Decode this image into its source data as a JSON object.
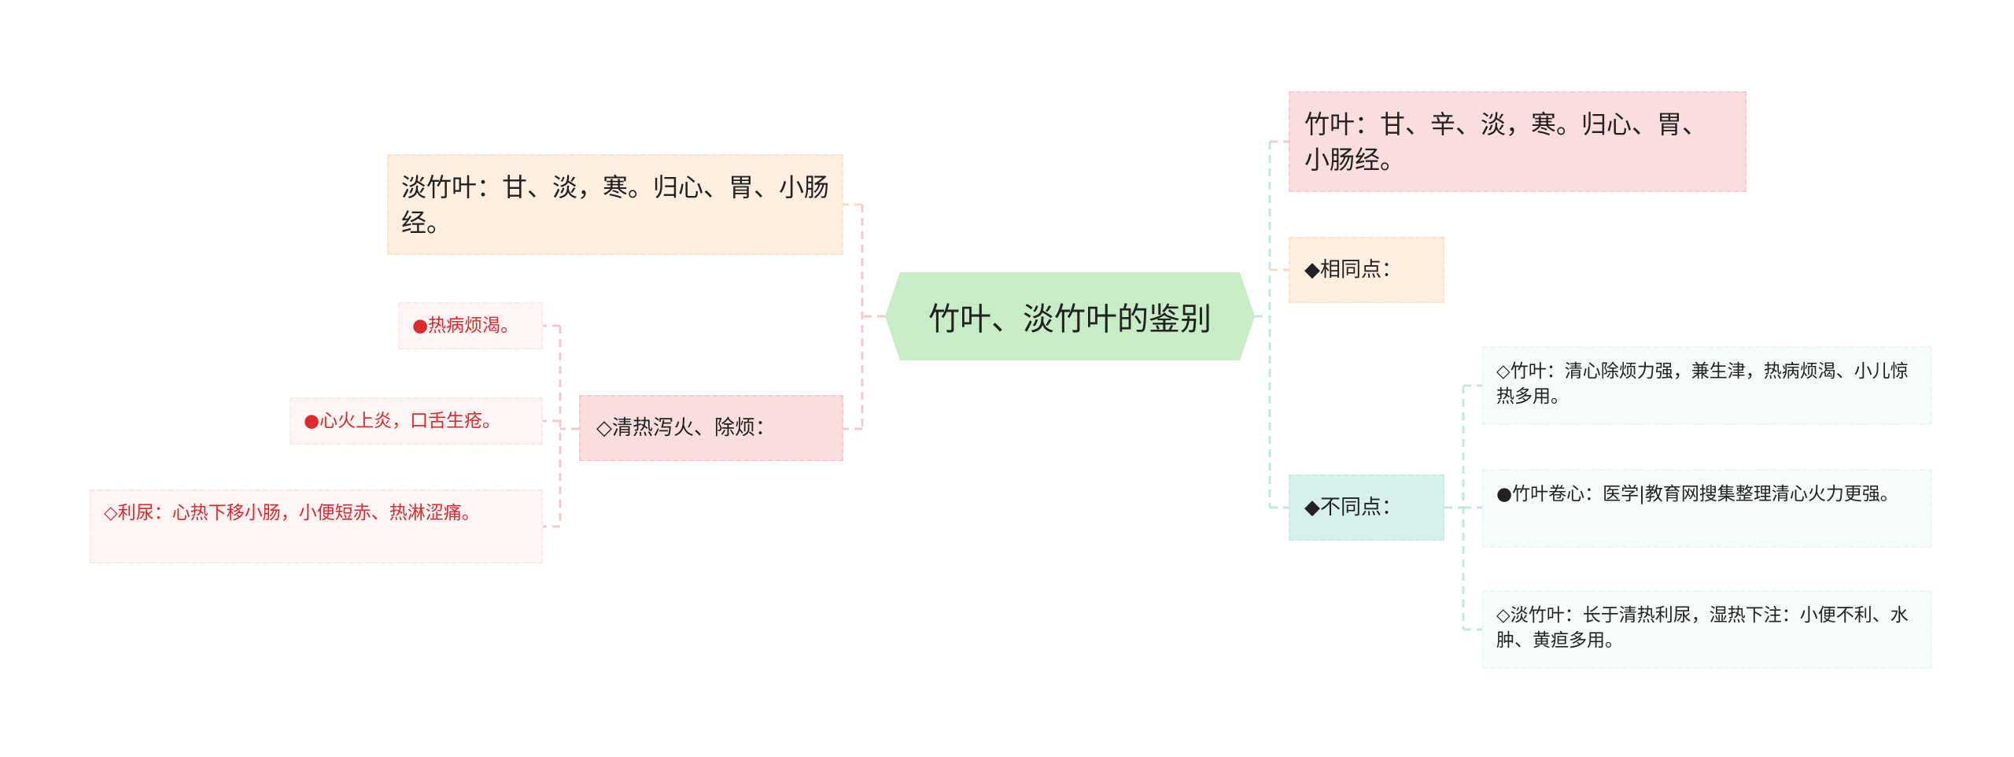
{
  "mindmap": {
    "root": "竹叶、淡竹叶的鉴别",
    "left": {
      "dan_zhuye": "淡竹叶：甘、淡，寒。归心、胃、小肠经。",
      "qingre": {
        "label": "◇清热泻火、除烦：",
        "items": [
          "●热病烦渴。",
          "●心火上炎，口舌生疮。",
          "◇利尿：心热下移小肠，小便短赤、热淋涩痛。"
        ]
      }
    },
    "right": {
      "zhuye": "竹叶：甘、辛、淡，寒。归心、胃、小肠经。",
      "similar": "◆相同点：",
      "different": {
        "label": "◆不同点：",
        "items": [
          "◇竹叶：清心除烦力强，兼生津，热病烦渴、小儿惊热多用。",
          "●竹叶卷心：医学|教育网搜集整理清心火力更强。",
          "◇淡竹叶：长于清热利尿，湿热下注：小便不利、水肿、黄疸多用。"
        ]
      }
    }
  },
  "colors": {
    "root": "#c8ecc6",
    "peach": "#fdeedf",
    "pink": "#fbdddd",
    "mint": "#d6f1ec",
    "light_pink": "#fdf4f4",
    "light_mint": "#f4fbfa",
    "red_text": "#e0282e",
    "line_pink": "#f6c9c9",
    "line_mint": "#bfe8e0",
    "line_peach": "#f8d9bd"
  }
}
